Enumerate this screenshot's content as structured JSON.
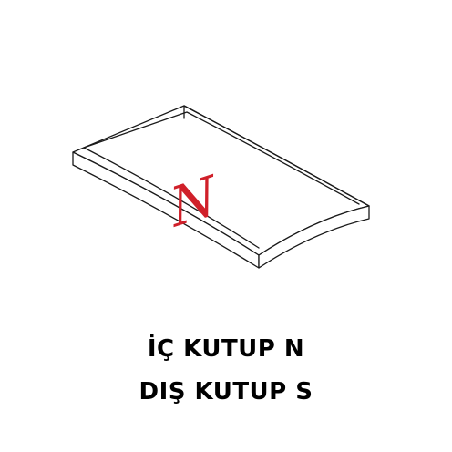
{
  "diagram": {
    "pole_letter": "N",
    "pole_letter_color": "#d0202a",
    "outline_color": "#1a1a1a",
    "fill_color": "#ffffff"
  },
  "captions": {
    "inner_pole": "İÇ KUTUP N",
    "outer_pole": "DIŞ KUTUP S"
  }
}
